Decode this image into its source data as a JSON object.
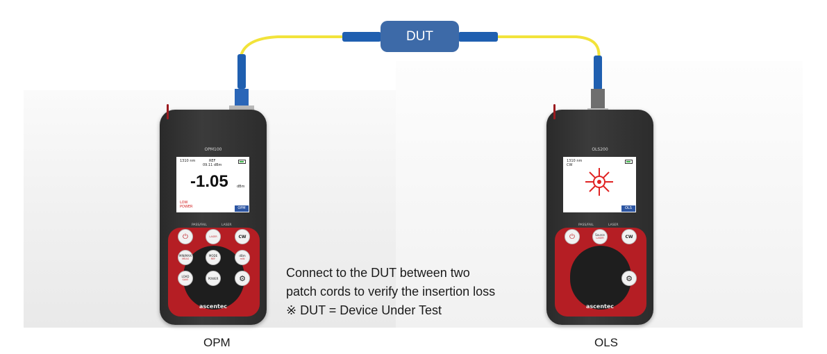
{
  "diagram": {
    "dut_label": "DUT",
    "caption": {
      "line1": "Connect to the DUT between two",
      "line2": "patch cords to verify the insertion loss",
      "line3": "※ DUT = Device Under Test"
    },
    "opm_label": "OPM",
    "ols_label": "OLS"
  },
  "opm_device": {
    "model": "OPM100",
    "wavelength": "1310 nm",
    "ref_label": "REF",
    "ref_value": "09.11 dBm",
    "reading": "-1.05",
    "unit": "dBm",
    "status": "LOW POWER",
    "tag": "OPM",
    "indicator_pass": "PASS/FAIL",
    "indicator_laser": "LASER",
    "keys": {
      "power": "⏻",
      "laser": "LASER",
      "cw": "CW",
      "minmax": "MIN/MAX",
      "minmax_sub": "MEAS",
      "mode": "MODE",
      "mode_sub": "REF",
      "dbm": "dBm",
      "dbm_sub": "mW",
      "load": "LOAD",
      "load_sub": "SAVE",
      "power_btn": "POWER",
      "settings": "⚙"
    },
    "brand": "ascentec"
  },
  "ols_device": {
    "model": "OLS200",
    "wavelength": "1310 nm",
    "mode": "CW",
    "tag": "OLS",
    "indicator_pass": "PASS/FAIL",
    "indicator_laser": "LASER",
    "keys": {
      "power": "⏻",
      "source": "Source",
      "source_sub": "LASER",
      "cw": "CW",
      "settings": "⚙"
    },
    "brand": "ascentec"
  },
  "colors": {
    "dut_blue": "#3d6aa8",
    "fiber_yellow": "#f2e33a",
    "connector_blue": "#1f5fb0",
    "device_body": "#2f2f2f",
    "accent_red": "#b51e24"
  }
}
